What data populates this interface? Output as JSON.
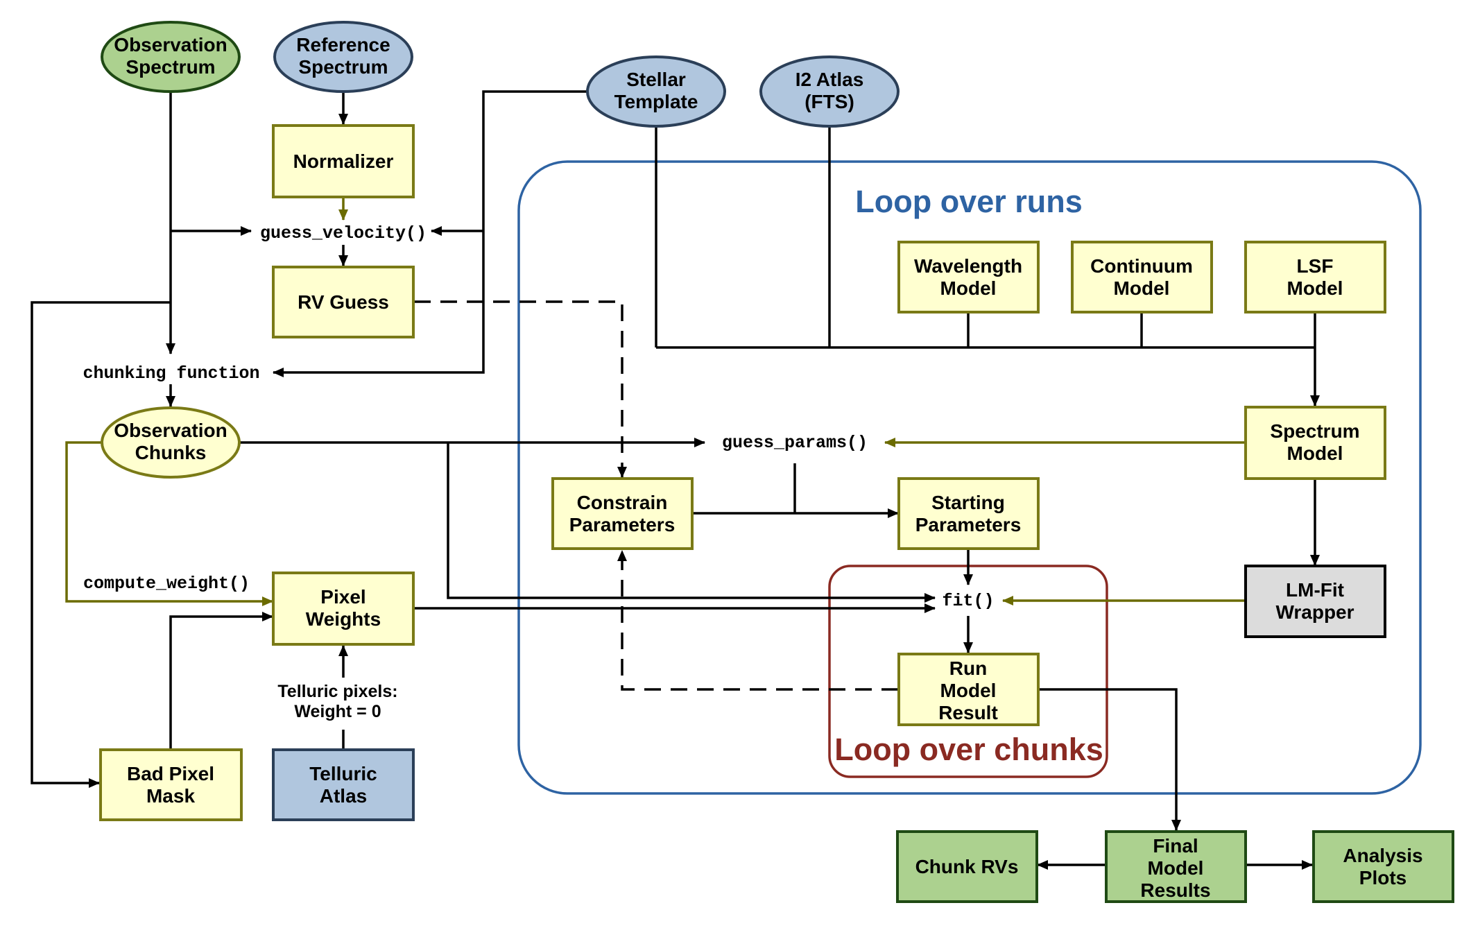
{
  "colors": {
    "green_fill": "#acd18f",
    "green_stroke": "#1f4a14",
    "blue_fill": "#b0c6de",
    "blue_stroke": "#2b3f58",
    "yellow_fill": "#ffffd0",
    "yellow_stroke": "#7a7a16",
    "gray_fill": "#dcdcdc",
    "loop_runs": "#2e63a3",
    "loop_chunks": "#8a2a22",
    "olive_arrow": "#6b6b00"
  },
  "inputs": {
    "observation_spectrum": [
      "Observation",
      "Spectrum"
    ],
    "reference_spectrum": [
      "Reference",
      "Spectrum"
    ],
    "stellar_template": [
      "Stellar",
      "Template"
    ],
    "i2_atlas": [
      "I2 Atlas",
      "(FTS)"
    ]
  },
  "functions": {
    "guess_velocity": "guess_velocity()",
    "chunking_function": "chunking function",
    "guess_params": "guess_params()",
    "compute_weight": "compute_weight()",
    "fit": "fit()"
  },
  "boxes": {
    "normalizer": [
      "Normalizer"
    ],
    "rv_guess": [
      "RV Guess"
    ],
    "observation_chunks": [
      "Observation",
      "Chunks"
    ],
    "pixel_weights": [
      "Pixel",
      "Weights"
    ],
    "bad_pixel_mask": [
      "Bad Pixel",
      "Mask"
    ],
    "telluric_atlas": [
      "Telluric",
      "Atlas"
    ],
    "telluric_note": [
      "Telluric pixels:",
      "Weight = 0"
    ],
    "wavelength_model": [
      "Wavelength",
      "Model"
    ],
    "continuum_model": [
      "Continuum",
      "Model"
    ],
    "lsf_model": [
      "LSF",
      "Model"
    ],
    "spectrum_model": [
      "Spectrum",
      "Model"
    ],
    "lmfit_wrapper": [
      "LM-Fit",
      "Wrapper"
    ],
    "constrain_parameters": [
      "Constrain",
      "Parameters"
    ],
    "starting_parameters": [
      "Starting",
      "Parameters"
    ],
    "run_model_result": [
      "Run",
      "Model",
      "Result"
    ]
  },
  "loops": {
    "runs": "Loop over runs",
    "chunks": "Loop over chunks"
  },
  "outputs": {
    "chunk_rvs": [
      "Chunk RVs"
    ],
    "final_model_results": [
      "Final",
      "Model",
      "Results"
    ],
    "analysis_plots": [
      "Analysis",
      "Plots"
    ]
  }
}
